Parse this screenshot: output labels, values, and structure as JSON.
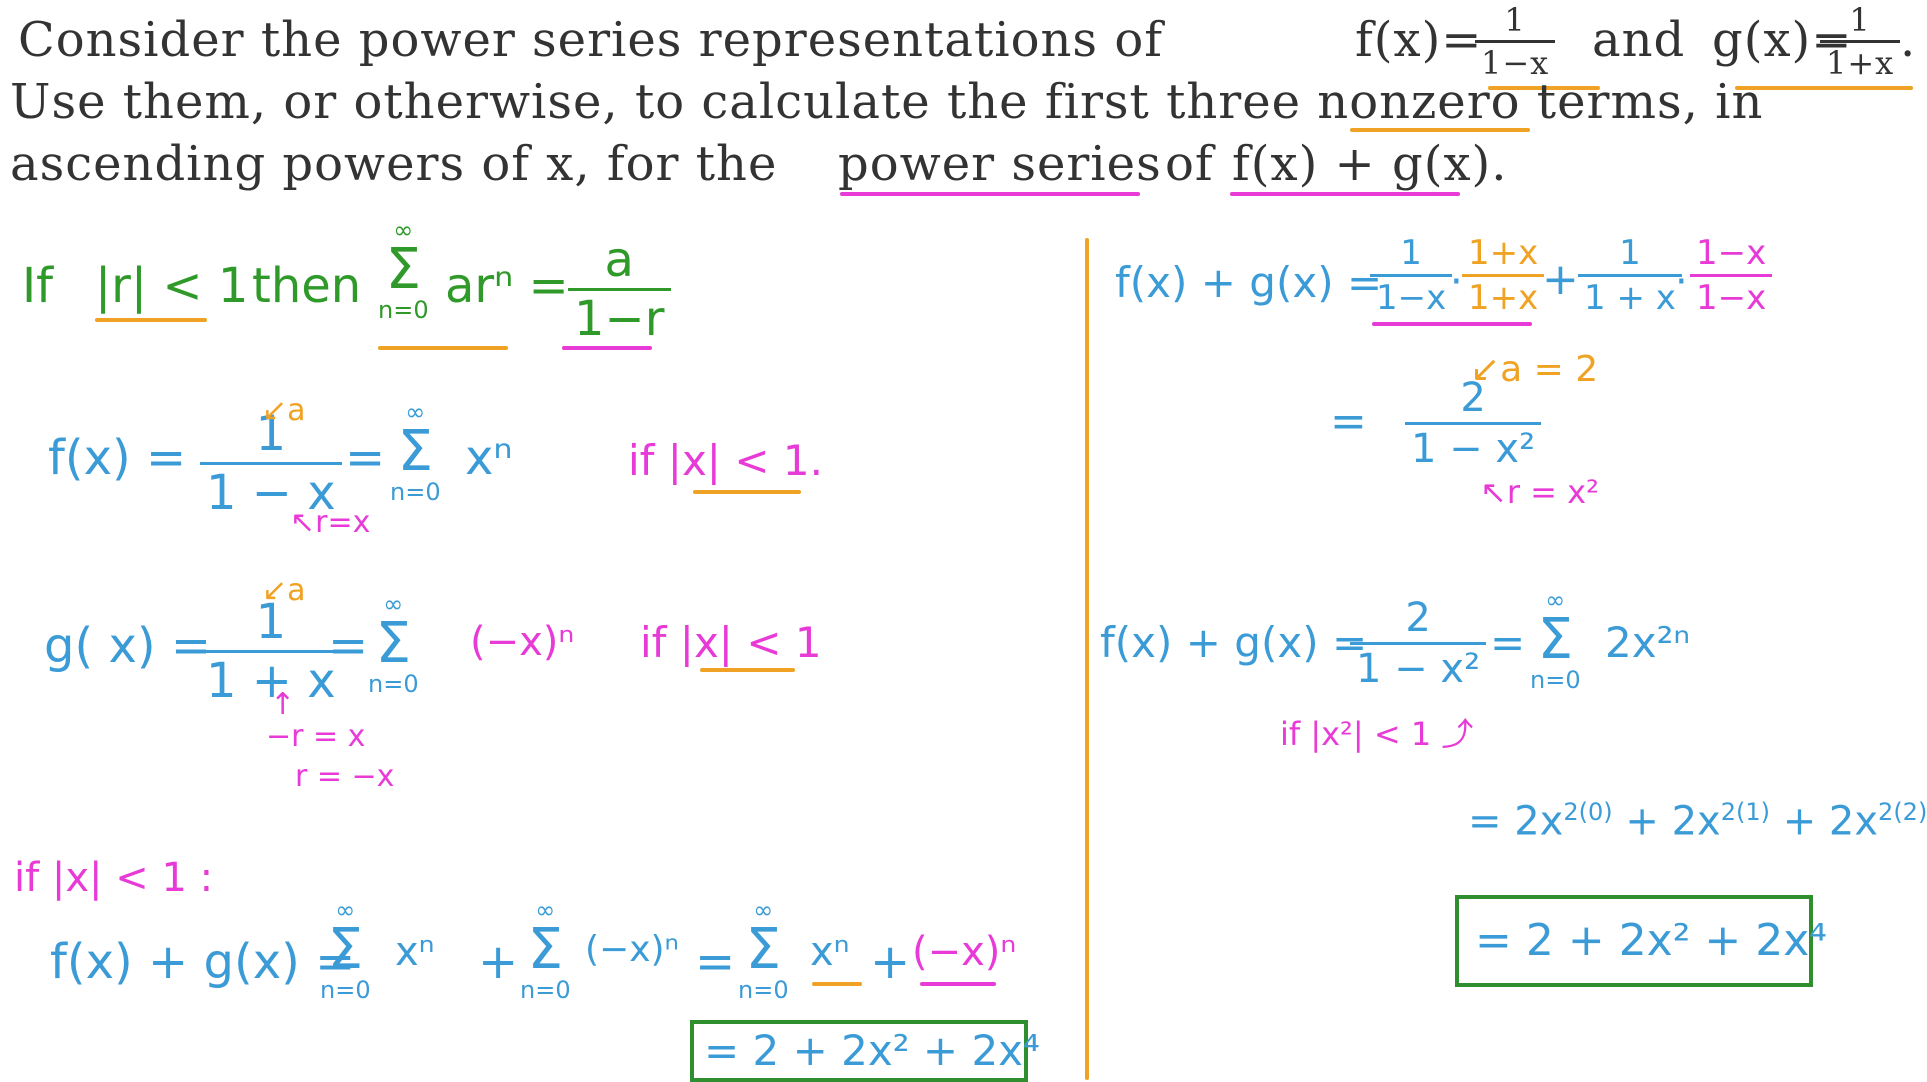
{
  "question": {
    "line1a": "Consider the power series representations of",
    "f_lhs": "f(x)=",
    "f_num": "1",
    "f_den": "1−x",
    "and_word": "and",
    "g_lhs": "g(x)=",
    "g_num": "1",
    "g_den": "1+x",
    "period": ".",
    "line2": "Use them, or otherwise, to calculate the first three nonzero terms, in",
    "line3a": "ascending powers of x, for the",
    "line3b": "power series",
    "line3c": "of",
    "line3d": "f(x) + g(x)."
  },
  "left": {
    "rule_if": "If",
    "rule_cond": "|r| < 1",
    "rule_then": "then",
    "rule_sum_top": "∞",
    "rule_sum_sym": "Σ",
    "rule_sum_bot": "n=0",
    "rule_term": "arⁿ =",
    "rule_num": "a",
    "rule_den": "1−r",
    "f_lhs": "f(x) =",
    "f_num": "1",
    "f_den": "1 − x",
    "f_a": "↙a",
    "f_r": "↖r=x",
    "f_eq": "=",
    "f_sum_top": "∞",
    "f_sum_sym": "Σ",
    "f_sum_bot": "n=0",
    "f_term": "xⁿ",
    "f_cond": "if |x| < 1.",
    "g_lhs": "g( x) =",
    "g_num": "1",
    "g_den": "1 + x",
    "g_a": "↙a",
    "g_arrow": "↑",
    "g_r1": "−r = x",
    "g_r2": "r = −x",
    "g_eq": "=",
    "g_sum_top": "∞",
    "g_sum_sym": "Σ",
    "g_sum_bot": "n=0",
    "g_term": "(−x)ⁿ",
    "g_cond": "if |x| < 1",
    "sum_cond": "if |x| < 1 :",
    "sum_lhs": "f(x) + g(x) =",
    "sum1_top": "∞",
    "sum1_sym": "Σ",
    "sum1_bot": "n=0",
    "sum1_term": "xⁿ",
    "plus": "+",
    "sum2_top": "∞",
    "sum2_sym": "Σ",
    "sum2_bot": "n=0",
    "sum2_term": "(−x)ⁿ",
    "eq": "=",
    "sum3_top": "∞",
    "sum3_sym": "Σ",
    "sum3_bot": "n=0",
    "sum3_term_a": "xⁿ",
    "sum3_plus": "+",
    "sum3_term_b": "(−x)ⁿ",
    "answer": "= 2 + 2x² + 2x⁴"
  },
  "right": {
    "l1_lhs": "f(x) + g(x) =",
    "l1_f1_num": "1",
    "l1_f1_den": "1−x",
    "l1_dot": "·",
    "l1_f2_num": "1+x",
    "l1_f2_den": "1+x",
    "l1_plus": "+",
    "l1_f3_num": "1",
    "l1_f3_den": "1 + x",
    "l1_dot2": "·",
    "l1_f4_num": "1−x",
    "l1_f4_den": "1−x",
    "l2_eq": "=",
    "l2_num": "2",
    "l2_den": "1 − x²",
    "l2_a": "↙a = 2",
    "l2_r": "↖r = x²",
    "l3_lhs": "f(x) + g(x) =",
    "l3_num": "2",
    "l3_den": "1 − x²",
    "l3_eq": "=",
    "l3_sum_top": "∞",
    "l3_sum_sym": "Σ",
    "l3_sum_bot": "n=0",
    "l3_term": "2x²ⁿ",
    "l3_cond": "if |x²| < 1 ⤴",
    "l4": "= 2x",
    "l4_e1": "2(0)",
    "l4_p1": "+ 2x",
    "l4_e2": "2(1)",
    "l4_p2": "+ 2x",
    "l4_e3": "2(2)",
    "answer": "= 2 + 2x² + 2x⁴"
  },
  "colors": {
    "question_text": "#333333",
    "blue": "#3b9bd6",
    "magenta": "#e83ad6",
    "orange": "#f0a224",
    "green": "#2f9a2a",
    "box": "#2f8f2f"
  }
}
